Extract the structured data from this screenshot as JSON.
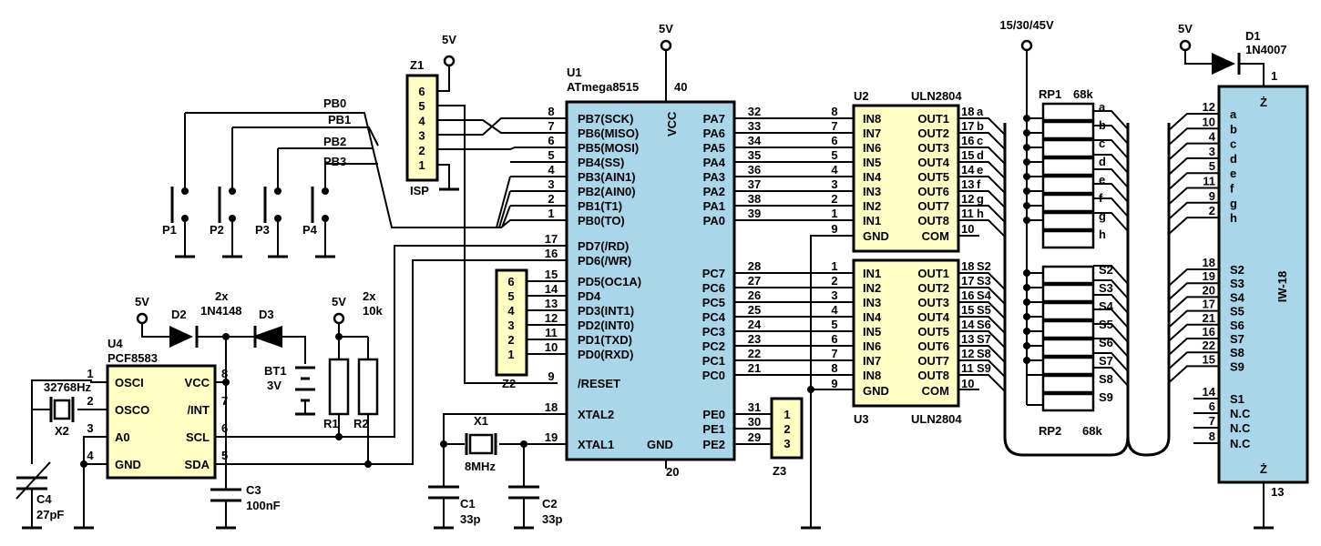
{
  "colors": {
    "mcu_fill": "#a9d6e8",
    "driver_fill": "#ffffc4",
    "connector_fill": "#ffffc4",
    "display_fill": "#a9d6e8",
    "wire": "#000000"
  },
  "u1": {
    "ref": "U1",
    "part": "ATmega8515",
    "vcc": "VCC",
    "gnd": "GND",
    "pin_vcc": "40",
    "pin_gnd": "20",
    "supply": "5V",
    "left_pins": [
      {
        "name": "PB7(SCK)",
        "pin": "8"
      },
      {
        "name": "PB6(MISO)",
        "pin": "7"
      },
      {
        "name": "PB5(MOSI)",
        "pin": "6"
      },
      {
        "name": "PB4(SS)",
        "pin": "5"
      },
      {
        "name": "PB3(AIN1)",
        "pin": "4"
      },
      {
        "name": "PB2(AIN0)",
        "pin": "3"
      },
      {
        "name": "PB1(T1)",
        "pin": "2"
      },
      {
        "name": "PB0(TO)",
        "pin": "1"
      },
      {
        "name": "PD7(/RD)",
        "pin": "17"
      },
      {
        "name": "PD6(/WR)",
        "pin": "16"
      },
      {
        "name": "PD5(OC1A)",
        "pin": "15"
      },
      {
        "name": "PD4",
        "pin": "14"
      },
      {
        "name": "PD3(INT1)",
        "pin": "13"
      },
      {
        "name": "PD2(INT0)",
        "pin": "12"
      },
      {
        "name": "PD1(TXD)",
        "pin": "11"
      },
      {
        "name": "PD0(RXD)",
        "pin": "10"
      },
      {
        "name": "/RESET",
        "pin": "9"
      },
      {
        "name": "XTAL2",
        "pin": "18"
      },
      {
        "name": "XTAL1",
        "pin": "19"
      }
    ],
    "right_pins": [
      {
        "name": "PA7",
        "pin": "32"
      },
      {
        "name": "PA6",
        "pin": "33"
      },
      {
        "name": "PA5",
        "pin": "34"
      },
      {
        "name": "PA4",
        "pin": "35"
      },
      {
        "name": "PA3",
        "pin": "36"
      },
      {
        "name": "PA2",
        "pin": "37"
      },
      {
        "name": "PA1",
        "pin": "38"
      },
      {
        "name": "PA0",
        "pin": "39"
      },
      {
        "name": "PC7",
        "pin": "28"
      },
      {
        "name": "PC6",
        "pin": "27"
      },
      {
        "name": "PC5",
        "pin": "26"
      },
      {
        "name": "PC4",
        "pin": "25"
      },
      {
        "name": "PC3",
        "pin": "24"
      },
      {
        "name": "PC2",
        "pin": "23"
      },
      {
        "name": "PC1",
        "pin": "22"
      },
      {
        "name": "PC0",
        "pin": "21"
      },
      {
        "name": "PE0",
        "pin": "31"
      },
      {
        "name": "PE1",
        "pin": "30"
      },
      {
        "name": "PE2",
        "pin": "29"
      }
    ]
  },
  "u2": {
    "ref": "U2",
    "part": "ULN2804",
    "inputs": [
      {
        "name": "IN8",
        "pin": "8"
      },
      {
        "name": "IN7",
        "pin": "7"
      },
      {
        "name": "IN6",
        "pin": "6"
      },
      {
        "name": "IN5",
        "pin": "5"
      },
      {
        "name": "IN4",
        "pin": "4"
      },
      {
        "name": "IN3",
        "pin": "3"
      },
      {
        "name": "IN2",
        "pin": "2"
      },
      {
        "name": "IN1",
        "pin": "1"
      },
      {
        "name": "GND",
        "pin": "9"
      }
    ],
    "outputs": [
      {
        "name": "OUT1",
        "pin": "18",
        "net": "a"
      },
      {
        "name": "OUT2",
        "pin": "17",
        "net": "b"
      },
      {
        "name": "OUT3",
        "pin": "16",
        "net": "c"
      },
      {
        "name": "OUT4",
        "pin": "15",
        "net": "d"
      },
      {
        "name": "OUT5",
        "pin": "14",
        "net": "e"
      },
      {
        "name": "OUT6",
        "pin": "13",
        "net": "f"
      },
      {
        "name": "OUT7",
        "pin": "12",
        "net": "g"
      },
      {
        "name": "OUT8",
        "pin": "11",
        "net": "h"
      },
      {
        "name": "COM",
        "pin": "10",
        "net": ""
      }
    ]
  },
  "u3": {
    "ref": "U3",
    "part": "ULN2804",
    "inputs": [
      {
        "name": "IN1",
        "pin": "1"
      },
      {
        "name": "IN2",
        "pin": "2"
      },
      {
        "name": "IN3",
        "pin": "3"
      },
      {
        "name": "IN4",
        "pin": "4"
      },
      {
        "name": "IN5",
        "pin": "5"
      },
      {
        "name": "IN6",
        "pin": "6"
      },
      {
        "name": "IN7",
        "pin": "7"
      },
      {
        "name": "IN8",
        "pin": "8"
      },
      {
        "name": "GND",
        "pin": "9"
      }
    ],
    "outputs": [
      {
        "name": "OUT1",
        "pin": "18",
        "net": "S2"
      },
      {
        "name": "OUT2",
        "pin": "17",
        "net": "S3"
      },
      {
        "name": "OUT3",
        "pin": "16",
        "net": "S4"
      },
      {
        "name": "OUT4",
        "pin": "15",
        "net": "S5"
      },
      {
        "name": "OUT5",
        "pin": "14",
        "net": "S6"
      },
      {
        "name": "OUT6",
        "pin": "13",
        "net": "S7"
      },
      {
        "name": "OUT7",
        "pin": "12",
        "net": "S8"
      },
      {
        "name": "OUT8",
        "pin": "11",
        "net": "S9"
      },
      {
        "name": "COM",
        "pin": "10",
        "net": ""
      }
    ]
  },
  "rp1": {
    "ref": "RP1",
    "value": "68k",
    "nets": [
      "a",
      "b",
      "c",
      "d",
      "e",
      "f",
      "g",
      "h"
    ]
  },
  "rp2": {
    "ref": "RP2",
    "value": "68k",
    "nets": [
      "S2",
      "S3",
      "S4",
      "S5",
      "S6",
      "S7",
      "S8",
      "S9"
    ]
  },
  "hv_supply": "15/30/45V",
  "display": {
    "ref": "IW-18",
    "heater_top": "Ż",
    "heater_bottom": "Ż",
    "pin_top": "1",
    "pin_bottom": "13",
    "segments": [
      {
        "name": "a",
        "pin": "12"
      },
      {
        "name": "b",
        "pin": "10"
      },
      {
        "name": "c",
        "pin": "4"
      },
      {
        "name": "d",
        "pin": "3"
      },
      {
        "name": "e",
        "pin": "5"
      },
      {
        "name": "f",
        "pin": "11"
      },
      {
        "name": "g",
        "pin": "9"
      },
      {
        "name": "h",
        "pin": "2"
      }
    ],
    "grids": [
      {
        "name": "S2",
        "pin": "18"
      },
      {
        "name": "S3",
        "pin": "19"
      },
      {
        "name": "S4",
        "pin": "20"
      },
      {
        "name": "S5",
        "pin": "17"
      },
      {
        "name": "S6",
        "pin": "21"
      },
      {
        "name": "S7",
        "pin": "16"
      },
      {
        "name": "S8",
        "pin": "22"
      },
      {
        "name": "S9",
        "pin": "15"
      }
    ],
    "other": [
      {
        "name": "S1",
        "pin": "14"
      },
      {
        "name": "N.C",
        "pin": "6"
      },
      {
        "name": "N.C",
        "pin": "7"
      },
      {
        "name": "N.C",
        "pin": "8"
      }
    ]
  },
  "d1": {
    "ref": "D1",
    "part": "1N4007",
    "supply": "5V"
  },
  "z1": {
    "ref": "Z1",
    "label": "ISP",
    "pins": [
      "6",
      "5",
      "4",
      "3",
      "2",
      "1"
    ],
    "supply": "5V"
  },
  "z2": {
    "ref": "Z2",
    "pins": [
      "6",
      "5",
      "4",
      "3",
      "2",
      "1"
    ]
  },
  "z3": {
    "ref": "Z3",
    "pins": [
      "1",
      "2",
      "3"
    ]
  },
  "buttons": {
    "labels": [
      "P1",
      "P2",
      "P3",
      "P4"
    ],
    "nets": [
      "PB0",
      "PB1",
      "PB2",
      "PB3"
    ]
  },
  "u4": {
    "ref": "U4",
    "part": "PCF8583",
    "left": [
      {
        "name": "OSCI",
        "pin": "1"
      },
      {
        "name": "OSCO",
        "pin": "2"
      },
      {
        "name": "A0",
        "pin": "3"
      },
      {
        "name": "GND",
        "pin": "4"
      }
    ],
    "right": [
      {
        "name": "VCC",
        "pin": "8"
      },
      {
        "name": "/INT",
        "pin": "7"
      },
      {
        "name": "SCL",
        "pin": "6"
      },
      {
        "name": "SDA",
        "pin": "5"
      }
    ]
  },
  "diodes": {
    "d2": "D2",
    "d3": "D3",
    "qty_part_1": "2x",
    "qty_part_2": "1N4148",
    "supply": "5V"
  },
  "bt1": {
    "ref": "BT1",
    "value": "3V"
  },
  "resistors": {
    "r1": "R1",
    "r2": "R2",
    "qty": "2x",
    "value": "10k",
    "supply": "5V"
  },
  "c3": {
    "ref": "C3",
    "value": "100nF"
  },
  "c4": {
    "ref": "C4",
    "value": "27pF"
  },
  "x2": {
    "ref": "X2",
    "value": "32768Hz"
  },
  "x1": {
    "ref": "X1",
    "value": "8MHz"
  },
  "c1": {
    "ref": "C1",
    "value": "33p"
  },
  "c2": {
    "ref": "C2",
    "value": "33p"
  }
}
